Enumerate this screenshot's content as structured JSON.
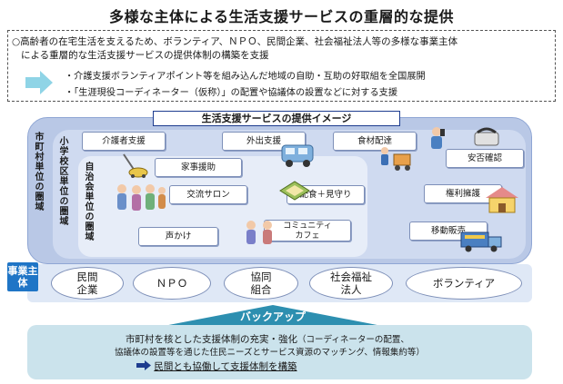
{
  "title": "多様な主体による生活支援サービスの重層的な提供",
  "intro": {
    "line1": "○高齢者の在宅生活を支えるため、ボランティア、ＮＰＯ、民間企業、社会福祉法人等の多様な事業主体",
    "line2": "による重層的な生活支援サービスの提供体制の構築を支援",
    "bullet1": "・介護支援ボランティアポイント等を組み込んだ地域の自助・互助の好取組を全国展開",
    "bullet2": "・「生涯現役コーディネーター（仮称）」の配置や協議体の設置などに対する支援"
  },
  "image_banner": "生活支援サービスの提供イメージ",
  "areas": {
    "municipal": "市町村単位の圏域",
    "school": "小学校区単位の圏域",
    "neighborhood": "自治会単位の圏域"
  },
  "services": {
    "caregiver_support": "介護者支援",
    "outing_support": "外出支援",
    "food_delivery": "食材配達",
    "housework": "家事援助",
    "safety_check": "安否確認",
    "salon": "交流サロン",
    "meal_watch": "配食＋見守り",
    "rights_advocacy": "権利擁護",
    "greeting": "声かけ",
    "community_cafe_1": "コミュニティ",
    "community_cafe_2": "カフェ",
    "mobile_sales": "移動販売"
  },
  "actors": {
    "tag": "事業主体",
    "items": [
      {
        "line1": "民間",
        "line2": "企業"
      },
      {
        "line1": "ＮＰＯ",
        "line2": ""
      },
      {
        "line1": "協同",
        "line2": "組合"
      },
      {
        "line1": "社会福祉",
        "line2": "法人"
      },
      {
        "line1": "ボランティア",
        "line2": ""
      }
    ]
  },
  "backup": {
    "label": "バックアップ",
    "line1_main": "市町村を核とした支援体制の充実・強化",
    "line1_note": "（コーディネーターの配置、",
    "line2": "協議体の設置等を通じた住民ニーズとサービス資源のマッチング、情報集約等）",
    "line3": "民間とも協働して支援体制を構築"
  },
  "colors": {
    "outer": "#b9c8e6",
    "mid": "#cfdaf0",
    "inner": "#e7edf8",
    "actor_tag": "#1f75c6",
    "backup_arrow": "#2d8fb0",
    "bottom": "#cbe3ec"
  }
}
